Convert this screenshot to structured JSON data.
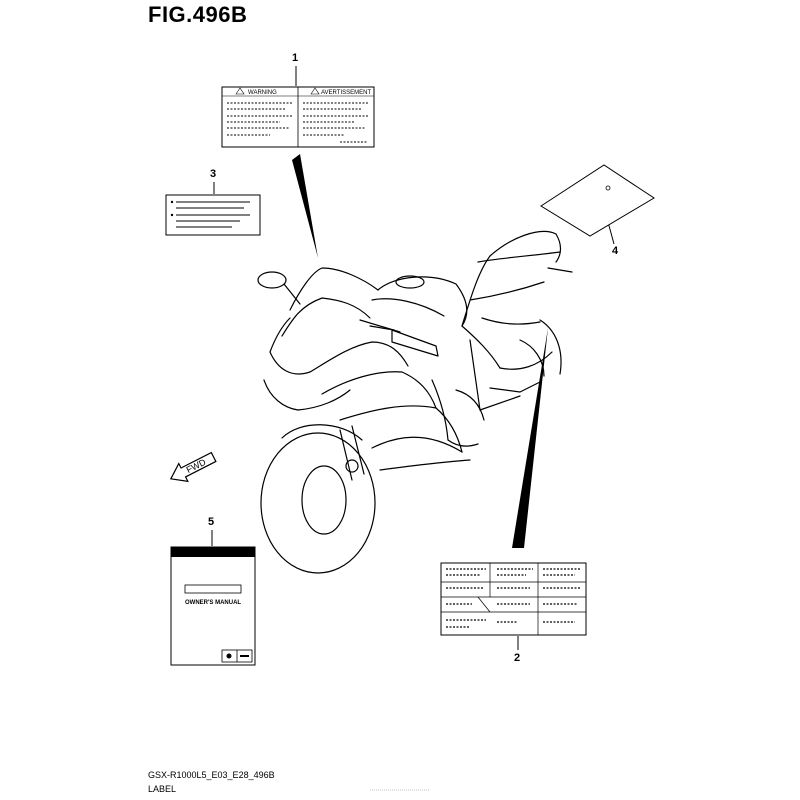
{
  "figure": {
    "title": "FIG.496B",
    "model_code": "GSX-R1000L5_E03_E28_496B",
    "caption": "LABEL"
  },
  "callouts": [
    "1",
    "2",
    "3",
    "4",
    "5"
  ],
  "warning_label": {
    "left_heading": "WARNING",
    "right_heading": "AVERTISSEMENT"
  },
  "owners_manual": {
    "title": "OWNER'S MANUAL"
  },
  "direction_arrow": {
    "text": "FWD"
  }
}
